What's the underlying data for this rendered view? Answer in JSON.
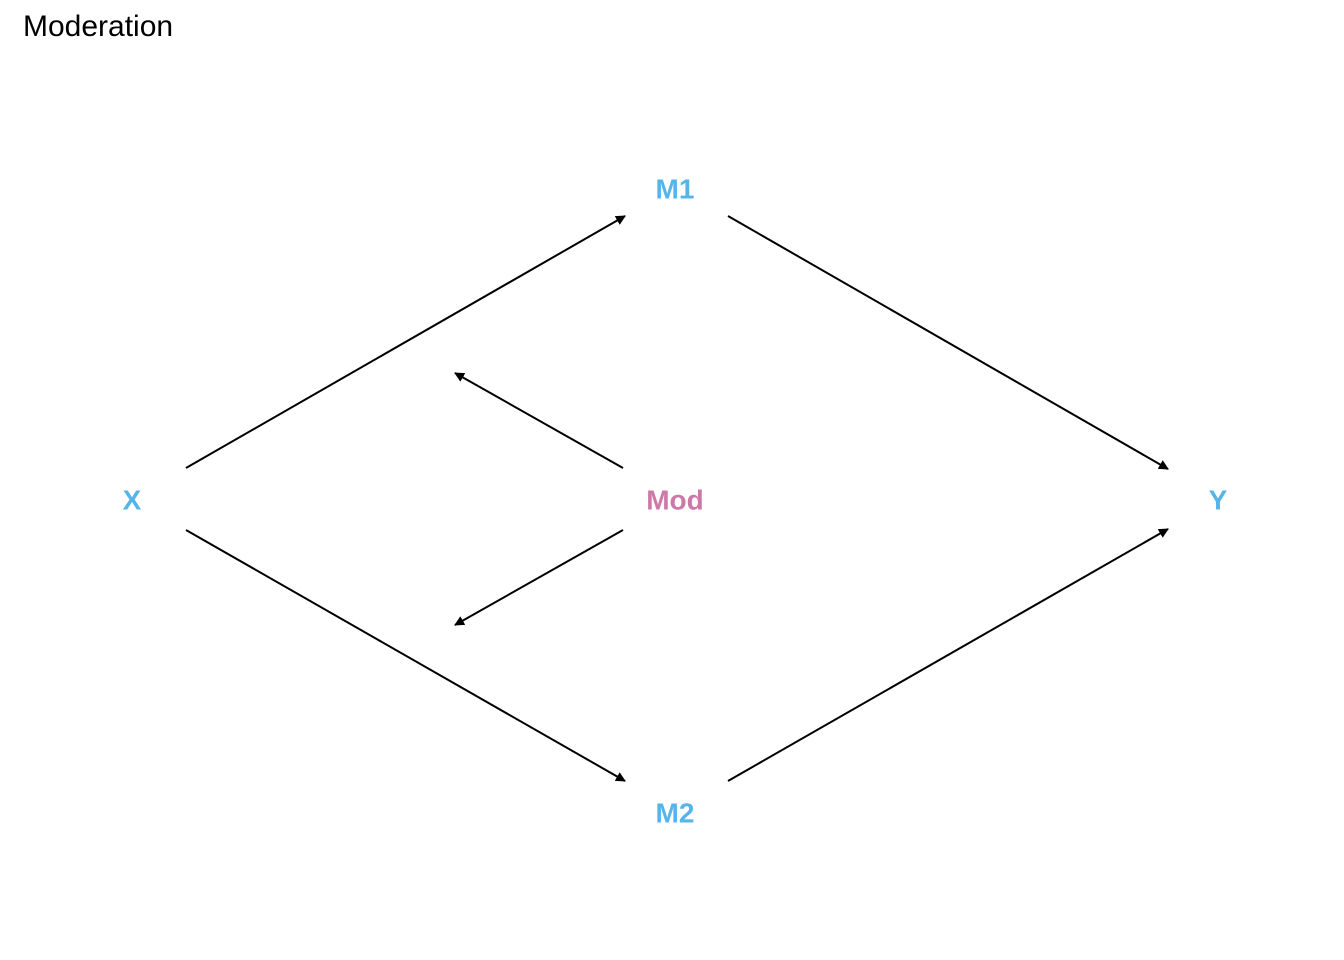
{
  "title": "Moderation",
  "colors": {
    "variable": "#56B4E9",
    "moderator": "#CC79A7",
    "edge": "#000000"
  },
  "nodes": [
    {
      "id": "X",
      "label": "X",
      "role": "variable"
    },
    {
      "id": "M1",
      "label": "M1",
      "role": "variable"
    },
    {
      "id": "M2",
      "label": "M2",
      "role": "variable"
    },
    {
      "id": "Y",
      "label": "Y",
      "role": "variable"
    },
    {
      "id": "Mod",
      "label": "Mod",
      "role": "moderator"
    }
  ],
  "edges": [
    {
      "from": "X",
      "to": "M1"
    },
    {
      "from": "X",
      "to": "M2"
    },
    {
      "from": "M1",
      "to": "Y"
    },
    {
      "from": "M2",
      "to": "Y"
    },
    {
      "from": "Mod",
      "to": "X-M1",
      "type": "moderation"
    },
    {
      "from": "Mod",
      "to": "X-M2",
      "type": "moderation"
    }
  ]
}
